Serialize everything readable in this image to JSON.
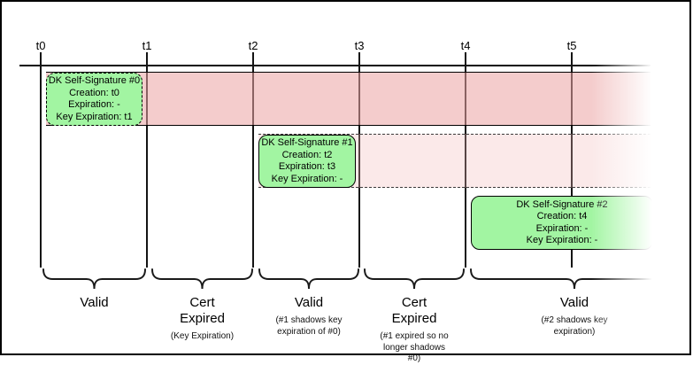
{
  "timeline": {
    "tick_labels": [
      "t0",
      "t1",
      "t2",
      "t3",
      "t4",
      "t5"
    ]
  },
  "signature_boxes": [
    {
      "title": "DK Self-Signature #0",
      "creation": "Creation: t0",
      "expiration": "Expiration: -",
      "key_expiration": "Key Expiration: t1"
    },
    {
      "title": "DK Self-Signature #1",
      "creation": "Creation: t2",
      "expiration": "Expiration: t3",
      "key_expiration": "Key Expiration: -"
    },
    {
      "title": "DK Self-Signature #2",
      "creation": "Creation: t4",
      "expiration": "Expiration: -",
      "key_expiration": "Key Expiration: -"
    }
  ],
  "segments": [
    {
      "label": "Valid",
      "note": ""
    },
    {
      "label": "Cert Expired",
      "note": "(Key Expiration)"
    },
    {
      "label": "Valid",
      "note": "(#1 shadows key expiration of #0)"
    },
    {
      "label": "Cert Expired",
      "note": "(#1 expired so no longer shadows #0)"
    },
    {
      "label": "Valid",
      "note": "(#2 shadows key expiration)"
    }
  ],
  "colors": {
    "signature_fill": "#a2f5a2",
    "valid_band": "#f4cccc",
    "shadow_band": "#fbe9e9",
    "line": "#000000"
  }
}
